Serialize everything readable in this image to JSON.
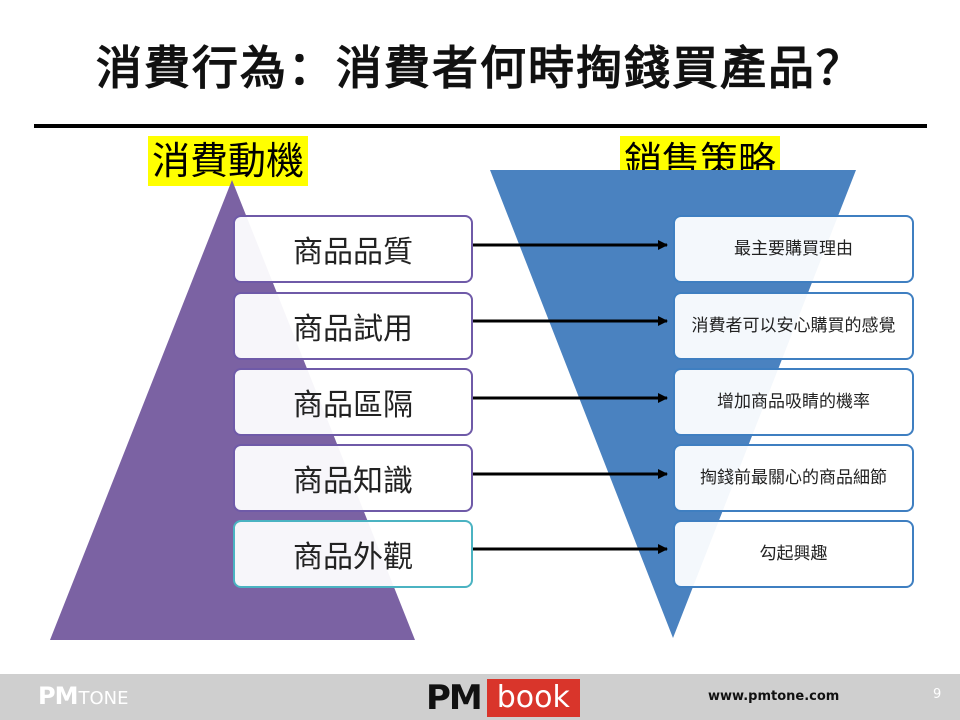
{
  "title": "消費行為：消費者何時掏錢買產品？",
  "left_header": "消費動機",
  "right_header": "銷售策略",
  "left_items": [
    "商品品質",
    "商品試用",
    "商品區隔",
    "商品知識",
    "商品外觀"
  ],
  "right_items": [
    "最主要購買理由",
    "消費者可以安心購買的感覺",
    "增加商品吸睛的機率",
    "掏錢前最關心的商品細節",
    "勾起興趣"
  ],
  "colors": {
    "pyramid": "#7b62a3",
    "funnel": "#4a82c0",
    "highlight": "#ffff00",
    "footer": "#cfcfcf",
    "book_red": "#d9352b"
  },
  "footer": {
    "logo_left_pm": "PM",
    "logo_left_tone": "TONE",
    "logo_center_pm": "PM",
    "logo_center_book": "book",
    "url": "www.pmtone.com",
    "page_number": "9"
  }
}
